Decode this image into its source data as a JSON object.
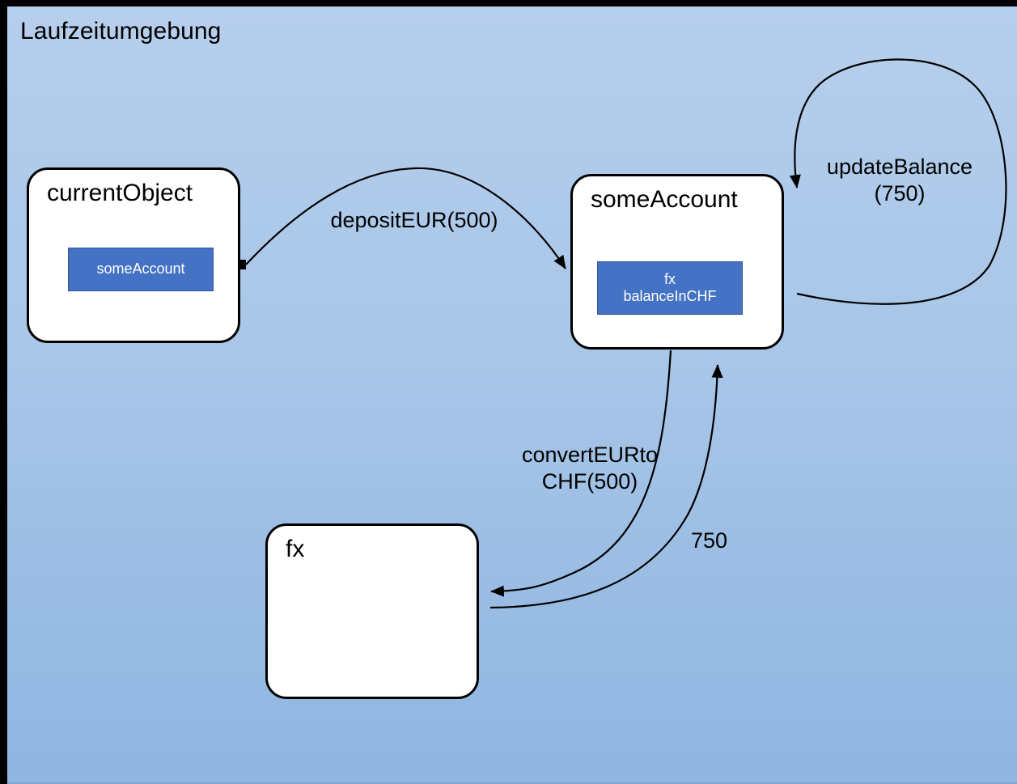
{
  "slide": {
    "title": "Laufzeitumgebung",
    "background_top_color": "#b6cfec",
    "background_bottom_color": "#8fb5e0",
    "border_color": "#000000"
  },
  "diagram": {
    "type": "object-interaction-diagram",
    "accent_color": "#4472C4",
    "objects": [
      {
        "id": "currentObject",
        "title": "currentObject",
        "fields": [
          "someAccount"
        ]
      },
      {
        "id": "someAccount",
        "title": "someAccount",
        "fields": [
          "fx",
          "balanceInCHF"
        ]
      },
      {
        "id": "fx",
        "title": "fx",
        "fields": []
      }
    ],
    "messages": [
      {
        "id": "depositEUR",
        "label": "depositEUR(500)",
        "from": "currentObject",
        "to": "someAccount",
        "start_marker": "square",
        "end_marker": "arrow"
      },
      {
        "id": "updateBalance",
        "label": "updateBalance\n(750)",
        "from": "someAccount",
        "to": "someAccount",
        "start_marker": "none",
        "end_marker": "arrow"
      },
      {
        "id": "convertEURtoCHF",
        "label": "convertEURto\nCHF(500)",
        "from": "someAccount",
        "to": "fx",
        "start_marker": "none",
        "end_marker": "arrow"
      },
      {
        "id": "return750",
        "label": "750",
        "from": "fx",
        "to": "someAccount",
        "start_marker": "none",
        "end_marker": "arrow"
      }
    ]
  }
}
